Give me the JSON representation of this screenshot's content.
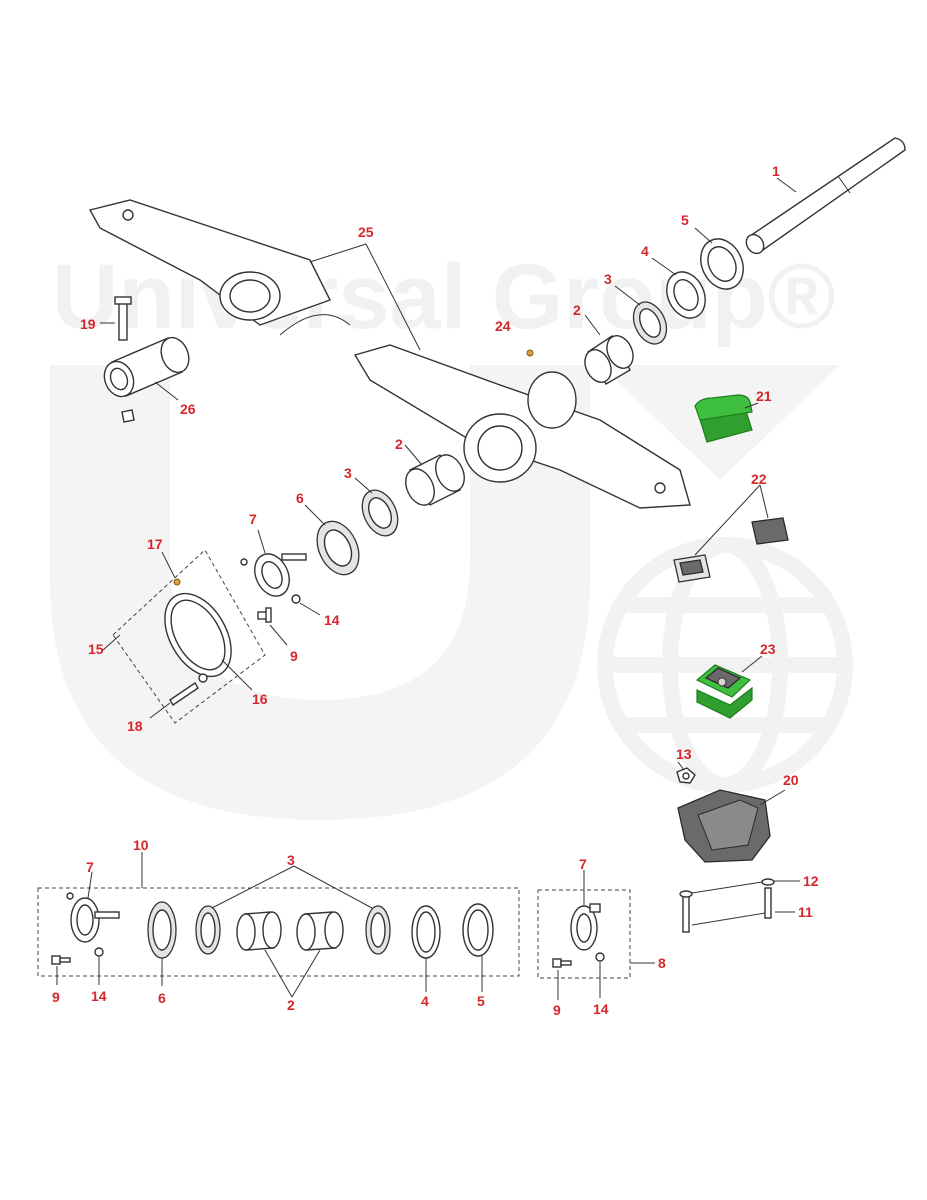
{
  "watermark": {
    "brand_text": "Universal Group®"
  },
  "callouts": {
    "c1": "1",
    "c2a": "2",
    "c2b": "2",
    "c2c": "2",
    "c3a": "3",
    "c3b": "3",
    "c3c": "3",
    "c4a": "4",
    "c4b": "4",
    "c5a": "5",
    "c5b": "5",
    "c6a": "6",
    "c6b": "6",
    "c7a": "7",
    "c7b": "7",
    "c7c": "7",
    "c8": "8",
    "c9a": "9",
    "c9b": "9",
    "c9c": "9",
    "c10": "10",
    "c11": "11",
    "c12": "12",
    "c13": "13",
    "c14a": "14",
    "c14b": "14",
    "c14c": "14",
    "c15": "15",
    "c16": "16",
    "c17": "17",
    "c18": "18",
    "c19": "19",
    "c20": "20",
    "c21": "21",
    "c22": "22",
    "c23": "23",
    "c24": "24",
    "c25": "25",
    "c26": "26"
  },
  "colors": {
    "callout": "#d6262b",
    "highlight_green": "#3fbf3f",
    "watermark": "#f1f1f1"
  }
}
